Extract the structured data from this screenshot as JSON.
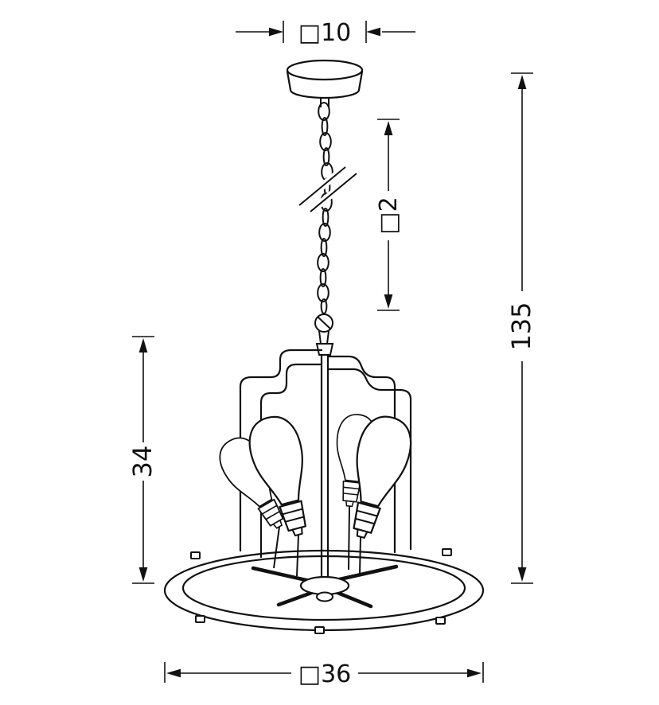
{
  "drawing": {
    "dim_canopy_width": "□10",
    "dim_chain": "□2",
    "dim_total_height": "135",
    "dim_cage_height": "34",
    "dim_ring_diameter": "□36"
  }
}
